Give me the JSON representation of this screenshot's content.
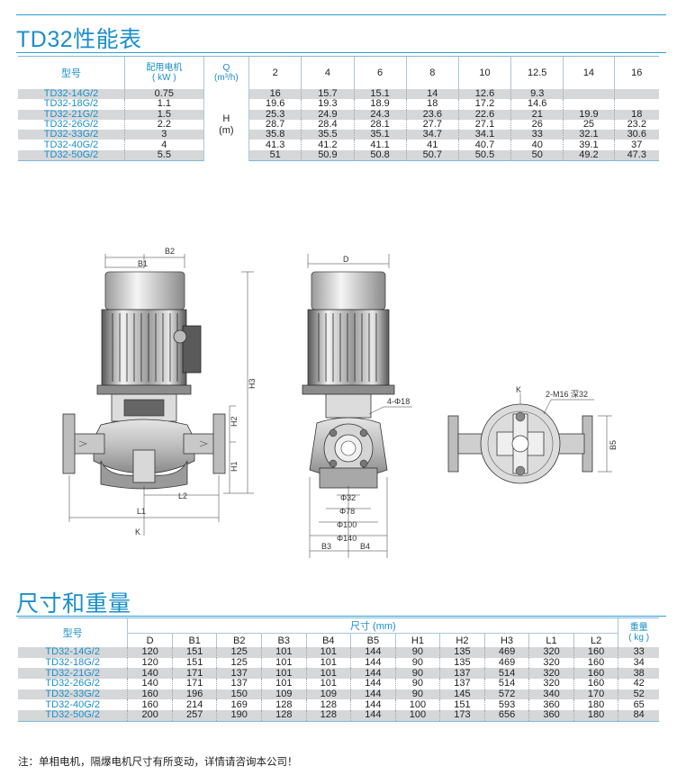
{
  "perf": {
    "title": "TD32性能表",
    "model_label": "型号",
    "motor_label": "配用电机",
    "motor_unit": "( kW )",
    "q_label": "Q",
    "q_unit": "(m³/h)",
    "h_label": "H",
    "h_unit": "(m)",
    "flows": [
      "2",
      "4",
      "6",
      "8",
      "10",
      "12.5",
      "14",
      "16"
    ],
    "rows": [
      {
        "model": "TD32-14G/2",
        "kw": "0.75",
        "h": [
          "16",
          "15.7",
          "15.1",
          "14",
          "12.6",
          "9.3",
          "",
          ""
        ]
      },
      {
        "model": "TD32-18G/2",
        "kw": "1.1",
        "h": [
          "19.6",
          "19.3",
          "18.9",
          "18",
          "17.2",
          "14.6",
          "",
          ""
        ]
      },
      {
        "model": "TD32-21G/2",
        "kw": "1.5",
        "h": [
          "25.3",
          "24.9",
          "24.3",
          "23.6",
          "22.6",
          "21",
          "19.9",
          "18"
        ]
      },
      {
        "model": "TD32-26G/2",
        "kw": "2.2",
        "h": [
          "28.7",
          "28.4",
          "28.1",
          "27.7",
          "27.1",
          "26",
          "25",
          "23.2"
        ]
      },
      {
        "model": "TD32-33G/2",
        "kw": "3",
        "h": [
          "35.8",
          "35.5",
          "35.1",
          "34.7",
          "34.1",
          "33",
          "32.1",
          "30.6"
        ]
      },
      {
        "model": "TD32-40G/2",
        "kw": "4",
        "h": [
          "41.3",
          "41.2",
          "41.1",
          "41",
          "40.7",
          "40",
          "39.1",
          "37"
        ]
      },
      {
        "model": "TD32-50G/2",
        "kw": "5.5",
        "h": [
          "51",
          "50.9",
          "50.8",
          "50.7",
          "50.5",
          "50",
          "49.2",
          "47.3"
        ]
      }
    ]
  },
  "drawing": {
    "labels": {
      "b2": "B2",
      "b1": "B1",
      "h3": "H3",
      "h2": "H2",
      "h1": "H1",
      "l2": "L2",
      "l1": "L1",
      "k": "K",
      "d": "D",
      "holes": "4-Φ18",
      "d32": "Φ32",
      "d78": "Φ78",
      "d100": "Φ100",
      "d140": "Φ140",
      "b3": "B3",
      "b4": "B4",
      "k2": "K",
      "m16": "2-M16 深32",
      "b5": "B5"
    }
  },
  "dims": {
    "title": "尺寸和重量",
    "model_label": "型号",
    "size_label": "尺寸 (mm)",
    "weight_label": "重量",
    "weight_unit": "( kg )",
    "cols": [
      "D",
      "B1",
      "B2",
      "B3",
      "B4",
      "B5",
      "H1",
      "H2",
      "H3",
      "L1",
      "L2"
    ],
    "rows": [
      {
        "model": "TD32-14G/2",
        "v": [
          "120",
          "151",
          "125",
          "101",
          "101",
          "144",
          "90",
          "135",
          "469",
          "320",
          "160",
          "33"
        ]
      },
      {
        "model": "TD32-18G/2",
        "v": [
          "120",
          "151",
          "125",
          "101",
          "101",
          "144",
          "90",
          "135",
          "469",
          "320",
          "160",
          "34"
        ]
      },
      {
        "model": "TD32-21G/2",
        "v": [
          "140",
          "171",
          "137",
          "101",
          "101",
          "144",
          "90",
          "137",
          "514",
          "320",
          "160",
          "38"
        ]
      },
      {
        "model": "TD32-26G/2",
        "v": [
          "140",
          "171",
          "137",
          "101",
          "101",
          "144",
          "90",
          "137",
          "514",
          "320",
          "160",
          "42"
        ]
      },
      {
        "model": "TD32-33G/2",
        "v": [
          "160",
          "196",
          "150",
          "109",
          "109",
          "144",
          "90",
          "145",
          "572",
          "340",
          "170",
          "52"
        ]
      },
      {
        "model": "TD32-40G/2",
        "v": [
          "160",
          "214",
          "169",
          "128",
          "128",
          "144",
          "100",
          "151",
          "593",
          "360",
          "180",
          "65"
        ]
      },
      {
        "model": "TD32-50G/2",
        "v": [
          "200",
          "257",
          "190",
          "128",
          "128",
          "144",
          "100",
          "173",
          "656",
          "360",
          "180",
          "84"
        ]
      }
    ]
  },
  "note": "注：单相电机，隔爆电机尺寸有所变动，详情请咨询本公司！"
}
